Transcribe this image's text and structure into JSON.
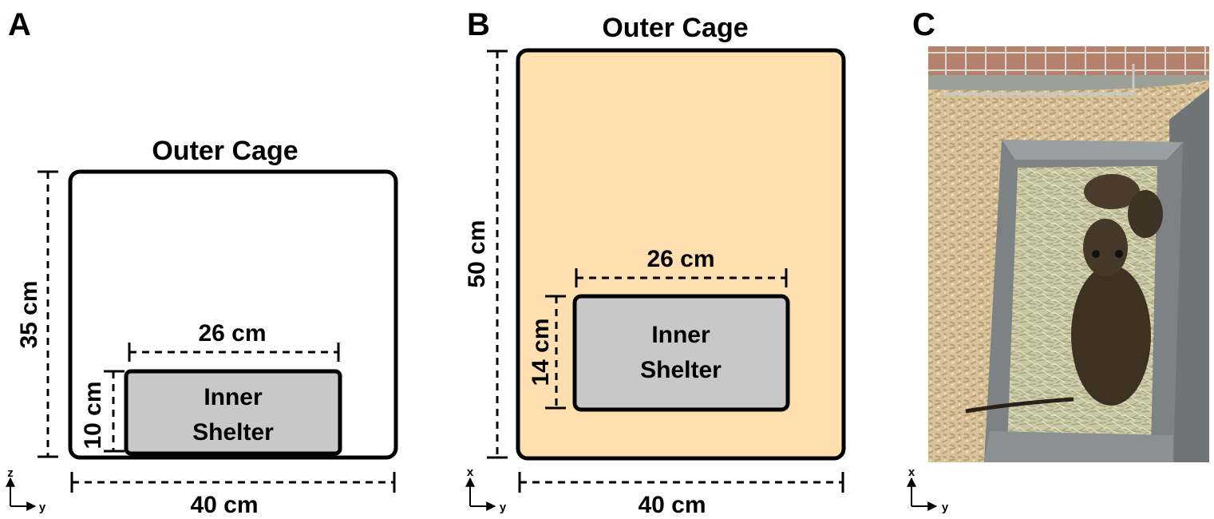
{
  "panels": {
    "a": {
      "letter": "A",
      "title": "Outer Cage",
      "outer_height": "35 cm",
      "outer_width": "40 cm",
      "inner_width": "26 cm",
      "inner_height": "10 cm",
      "inner_label_line1": "Inner",
      "inner_label_line2": "Shelter",
      "axis_vertical": "z",
      "axis_horizontal": "y"
    },
    "b": {
      "letter": "B",
      "title": "Outer Cage",
      "outer_height": "50 cm",
      "outer_width": "40 cm",
      "inner_width": "26 cm",
      "inner_height": "14 cm",
      "inner_label_line1": "Inner",
      "inner_label_line2": "Shelter",
      "axis_vertical": "x",
      "axis_horizontal": "y"
    },
    "c": {
      "letter": "C",
      "axis_vertical": "x",
      "axis_horizontal": "y"
    }
  },
  "colors": {
    "outline": "#000000",
    "panel_b_fill": "#ffdfb0",
    "inner_shelter_fill": "#c8c8c8",
    "photo_bedding": "#d8c29a",
    "photo_metal": "#7d8384",
    "photo_animal": "#3e3124"
  }
}
